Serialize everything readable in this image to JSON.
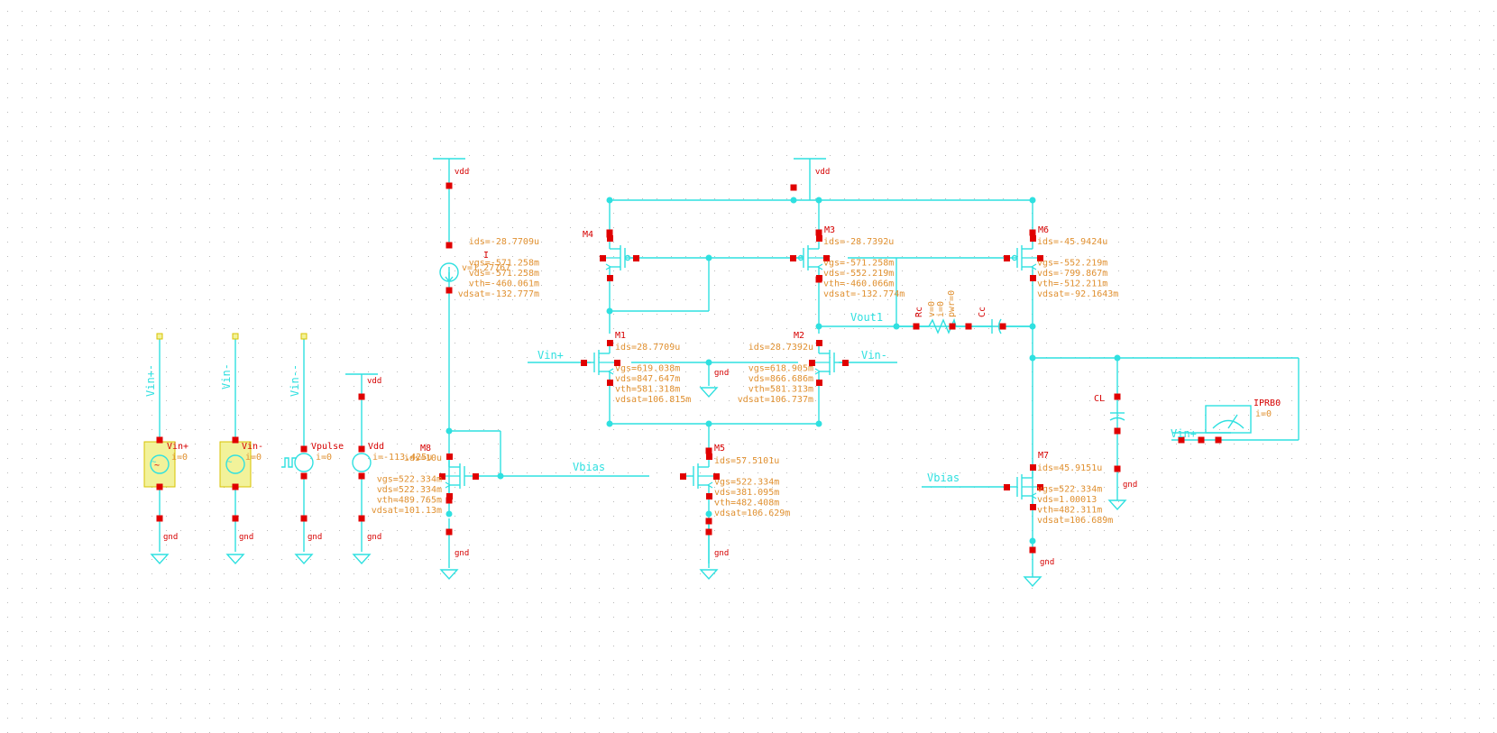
{
  "nets": {
    "vdd": "vdd",
    "gnd": "gnd",
    "vin_p": "Vin+",
    "vin_n": "Vin-",
    "vbias": "Vbias",
    "vout1": "Vout1",
    "vin_p_vert": "Vin+-",
    "vin_n_vert": "Vin-",
    "vin_pm_vert": "Vin--"
  },
  "transistors": {
    "M4": {
      "name": "M4",
      "ids": "ids=-28.7709u",
      "vgs": "vgs=-571.258m",
      "vds": "vds=-571.258m",
      "vth": "vth=-460.061m",
      "vdsat": "vdsat=-132.777m"
    },
    "M3": {
      "name": "M3",
      "ids": "ids=-28.7392u",
      "vgs": "vgs=-571.258m",
      "vds": "vds=-552.219m",
      "vth": "vth=-460.066m",
      "vdsat": "vdsat=-132.774m"
    },
    "M6": {
      "name": "M6",
      "ids": "ids=-45.9424u",
      "vgs": "vgs=-552.219m",
      "vds": "vds=-799.867m",
      "vth": "vth=-512.211m",
      "vdsat": "vdsat=-92.1643m"
    },
    "M1": {
      "name": "M1",
      "ids": "ids=28.7709u",
      "vgs": "vgs=619.038m",
      "vds": "vds=847.647m",
      "vth": "vth=581.318m",
      "vdsat": "vdsat=106.815m"
    },
    "M2": {
      "name": "M2",
      "ids": "ids=28.7392u",
      "vgs": "vgs=618.905m",
      "vds": "vds=866.686m",
      "vth": "vth=581.313m",
      "vdsat": "vdsat=106.737m"
    },
    "M8": {
      "name": "M8",
      "ids": "ids=10u",
      "vgs": "vgs=522.334m",
      "vds": "vds=522.334m",
      "vth": "vth=489.765m",
      "vdsat": "vdsat=101.13m"
    },
    "M5": {
      "name": "M5",
      "ids": "ids=57.5101u",
      "vgs": "vgs=522.334m",
      "vds": "vds=381.095m",
      "vth": "vth=482.408m",
      "vdsat": "vdsat=106.629m"
    },
    "M7": {
      "name": "M7",
      "ids": "ids=45.9151u",
      "vgs": "vgs=522.334m",
      "vds": "vds=1.00013",
      "vth": "vth=482.311m",
      "vdsat": "vdsat=106.689m"
    }
  },
  "sources": {
    "I": {
      "name": "I",
      "value": "v=1.27767"
    },
    "Vin_p": {
      "name": "Vin+",
      "value": "i=0"
    },
    "Vin_n": {
      "name": "Vin-",
      "value": "i=0"
    },
    "Vpulse": {
      "name": "Vpulse",
      "value": "i=0"
    },
    "Vdd": {
      "name": "Vdd",
      "value": "i=-113.425u"
    },
    "IPRB0": {
      "name": "IPRB0",
      "value": "i=0"
    }
  },
  "passives": {
    "Rc": {
      "name": "Rc",
      "v": "v=0",
      "i": "i=0",
      "pwr": "pwr=0"
    },
    "Cc": {
      "name": "Cc"
    },
    "CL": {
      "name": "CL"
    }
  },
  "colors": {
    "wire": "#2fe0e0",
    "pin": "#e00000",
    "annotation": "#e09030",
    "instance": "#d60000",
    "highlight": "#f2f29a"
  }
}
